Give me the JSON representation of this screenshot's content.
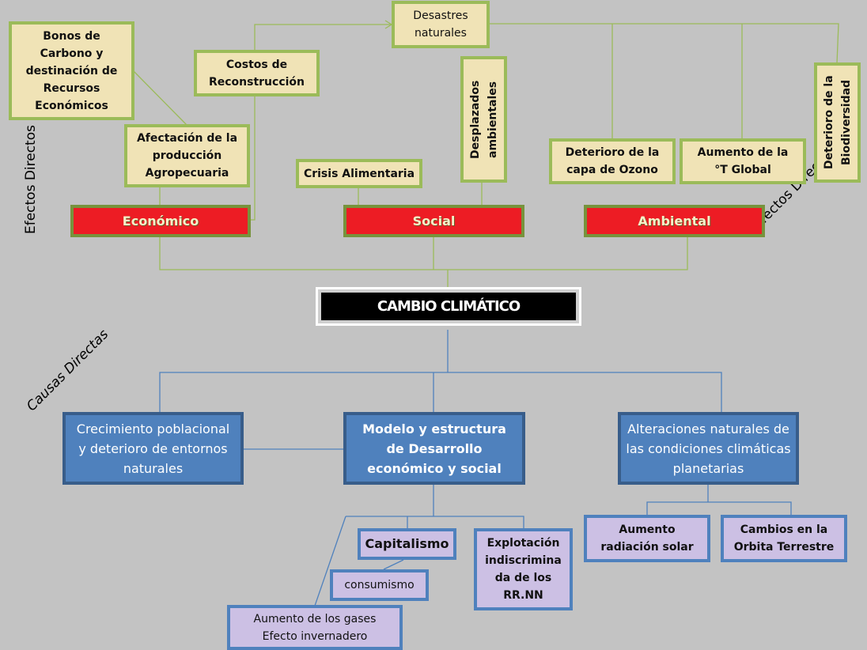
{
  "center": {
    "title": "CAMBIO CLIMÁTICO"
  },
  "side_labels": {
    "efectos_left": "Efectos Directos",
    "efectos_right": "Efectos Directos",
    "causas": "Causas Directas"
  },
  "effects": {
    "categories": {
      "economico": "Económico",
      "social": "Social",
      "ambiental": "Ambiental"
    },
    "items": {
      "bonos": "Bonos de Carbono y destinación de Recursos Económicos",
      "costos": "Costos de Reconstrucción",
      "afectacion": "Afectación de la producción Agropecuaria",
      "desastres": "Desastres naturales",
      "crisis": "Crisis Alimentaria",
      "desplazados": "Desplazados ambientales",
      "ozono": "Deterioro de la capa de Ozono",
      "temperatura": "Aumento de la °T Global",
      "biodiversidad": "Deterioro de la Biodiversidad"
    }
  },
  "causes": {
    "crecimiento": "Crecimiento poblacional y deterioro de entornos naturales",
    "modelo": "Modelo y estructura de Desarrollo económico  y social",
    "alteraciones": "Alteraciones naturales de las condiciones climáticas planetarias",
    "capitalismo": "Capitalismo",
    "consumismo": "consumismo",
    "explotacion": "Explotación indiscrimina da de los RR.NN",
    "gases": "Aumento de los gases Efecto invernadero",
    "radiacion": "Aumento radiación solar",
    "orbita": "Cambios en la Orbita Terrestre"
  },
  "colors": {
    "background": "#c3c3c3",
    "effect_box": "#f0e3b6",
    "effect_border": "#9bbb59",
    "category_red": "#ed1c24",
    "cause_blue": "#4f81bd",
    "sub_cause_lavender": "#ccc0e4"
  }
}
